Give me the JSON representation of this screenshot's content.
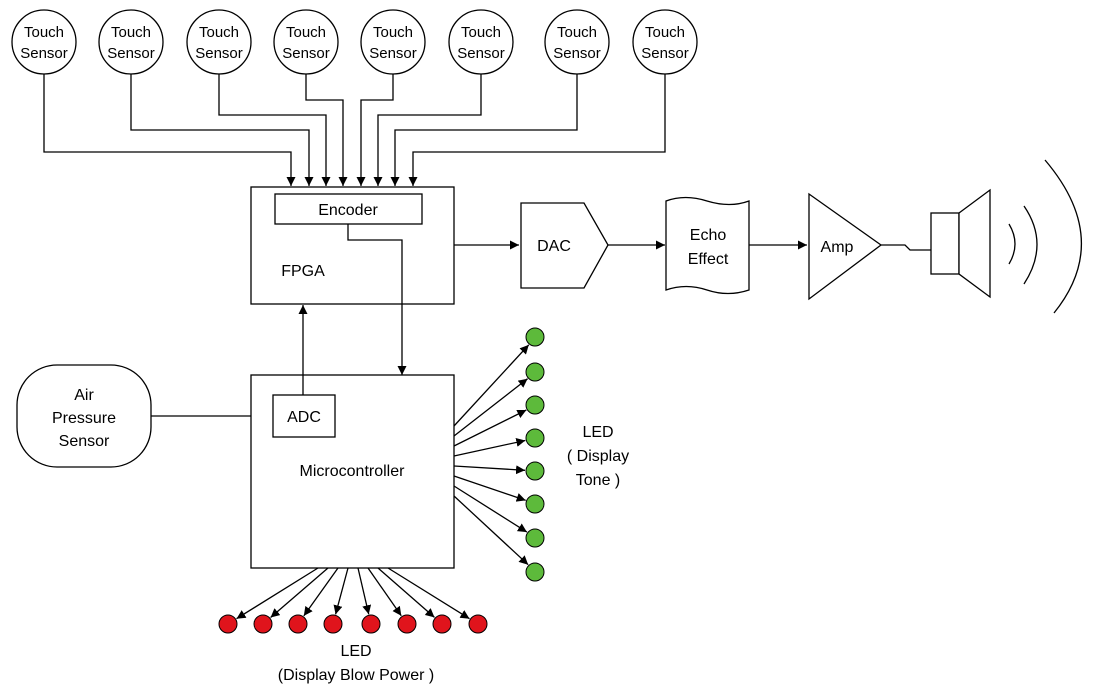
{
  "touch_sensors": [
    {
      "line1": "Touch",
      "line2": "Sensor"
    },
    {
      "line1": "Touch",
      "line2": "Sensor"
    },
    {
      "line1": "Touch",
      "line2": "Sensor"
    },
    {
      "line1": "Touch",
      "line2": "Sensor"
    },
    {
      "line1": "Touch",
      "line2": "Sensor"
    },
    {
      "line1": "Touch",
      "line2": "Sensor"
    },
    {
      "line1": "Touch",
      "line2": "Sensor"
    },
    {
      "line1": "Touch",
      "line2": "Sensor"
    }
  ],
  "fpga": {
    "label": "FPGA",
    "encoder": "Encoder"
  },
  "dac": {
    "label": "DAC"
  },
  "echo": {
    "line1": "Echo",
    "line2": "Effect"
  },
  "amp": {
    "label": "Amp"
  },
  "air_sensor": {
    "line1": "Air",
    "line2": "Pressure",
    "line3": "Sensor"
  },
  "microcontroller": {
    "label": "Microcontroller",
    "adc": "ADC"
  },
  "led_tone": {
    "line1": "LED",
    "line2": "( Display",
    "line3": "Tone )",
    "count": 8,
    "color": "#5dba3b"
  },
  "led_blow": {
    "line1": "LED",
    "line2": "(Display Blow Power )",
    "count": 8,
    "color": "#e0141c"
  }
}
